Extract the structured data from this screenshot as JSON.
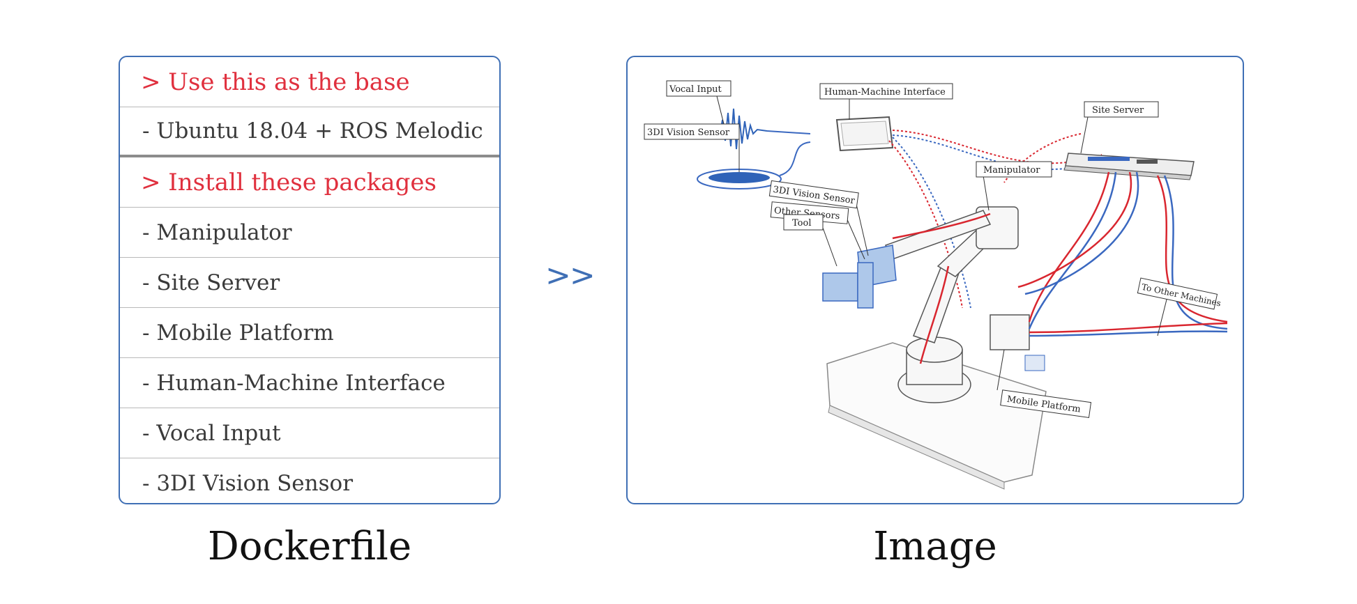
{
  "dockerfile": {
    "base_heading": "> Use this as the base",
    "base_item": "- Ubuntu 18.04 + ROS Melodic",
    "packages_heading": "> Install these packages",
    "packages": [
      "- Manipulator",
      "- Site Server",
      "- Mobile Platform",
      "- Human-Machine Interface",
      "- Vocal Input",
      "- 3DI Vision Sensor"
    ]
  },
  "arrow": ">>",
  "diagram": {
    "labels": {
      "vocal_input": "Vocal Input",
      "hmi": "Human-Machine Interface",
      "site_server": "Site Server",
      "vision_sensor_top": "3DI Vision Sensor",
      "manipulator": "Manipulator",
      "vision_sensor_arm": "3DI Vision Sensor",
      "other_sensors": "Other Sensors",
      "tool": "Tool",
      "to_other_machines": "To Other Machines",
      "mobile_platform": "Mobile Platform"
    }
  },
  "captions": {
    "dockerfile": "Dockerfile",
    "image": "Image"
  },
  "colors": {
    "accent_blue": "#3f6fb5",
    "heading_red": "#e0303e",
    "cable_red": "#d9262f",
    "cable_blue": "#3a68c0"
  }
}
